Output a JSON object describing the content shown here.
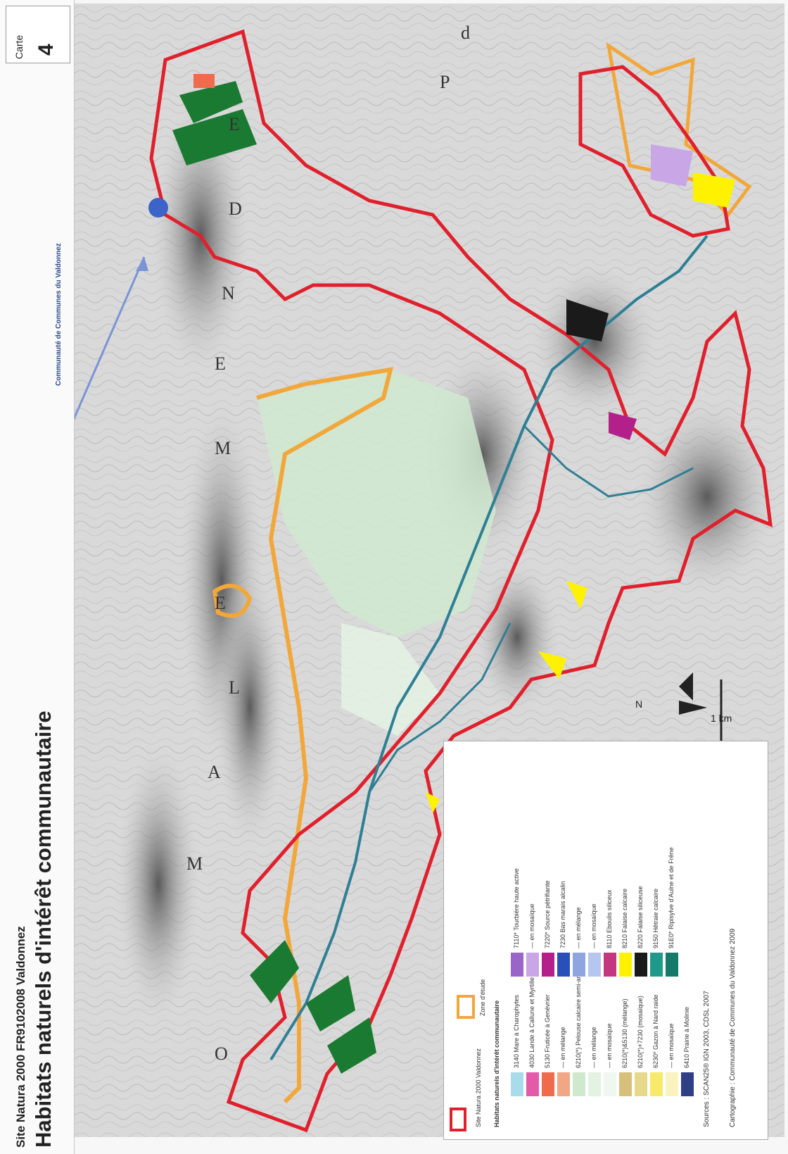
{
  "header": {
    "site": "Site Natura 2000 FR9102008 Valdonnez",
    "title": "Habitats naturels d'intérêt communautaire",
    "credit": "Communauté de Communes du Valdonnez",
    "carte_label": "Carte",
    "carte_number": "4"
  },
  "map": {
    "scale_label": "1 km",
    "north_label": "N",
    "place_letters": [
      "M",
      "A",
      "L",
      "E",
      "M",
      "E",
      "N",
      "D",
      "E",
      "d",
      "P",
      "O"
    ]
  },
  "legend": {
    "site_label": "Site Natura 2000 Valdonnez",
    "study_zone_label": "Zone d'étude",
    "habitats_heading": "Habitats naturels d'intérêt communautaire",
    "col1": [
      {
        "label": "3140 Mare à Charophytes",
        "color": "#a8dcea"
      },
      {
        "label": "4030 Lande à Callune et Myrtille",
        "color": "#e35aa9"
      },
      {
        "label": "5130 Fruticée à Genévrier",
        "color": "#ef6b4c"
      },
      {
        "label": "— en mélange",
        "color": "#f2a784"
      },
      {
        "label": "6210(*) Pelouse calcaire semi-aride",
        "color": "#cfe9cf"
      },
      {
        "label": "— en mélange",
        "color": "#e4f2e4"
      },
      {
        "label": "— en mosaïque",
        "color": "#f0f7f0"
      },
      {
        "label": "6210(*)&5130 (mélange)",
        "color": "#d9c07a"
      },
      {
        "label": "6210(*)+7230 (mosaïque)",
        "color": "#e6d98a"
      },
      {
        "label": "6230* Gazon à Nard raide",
        "color": "#f7ea6a"
      },
      {
        "label": "— en mosaïque",
        "color": "#faf3c0"
      },
      {
        "label": "6410 Prairie à Molinie",
        "color": "#2e3f86"
      }
    ],
    "col2": [
      {
        "label": "7110* Tourbière haute active",
        "color": "#9a64c8"
      },
      {
        "label": "— en mosaïque",
        "color": "#c9a6e6"
      },
      {
        "label": "7220* Source pétrifiante",
        "color": "#b3208a"
      },
      {
        "label": "7230 Bas marais alcalin",
        "color": "#2a4fb8"
      },
      {
        "label": "— en mélange",
        "color": "#8ea6e0"
      },
      {
        "label": "— en mosaïque",
        "color": "#b7c6ef"
      },
      {
        "label": "8110 Eboulis siliceux",
        "color": "#c4367e"
      },
      {
        "label": "8210 Falaise calcaire",
        "color": "#fff200"
      },
      {
        "label": "8220 Falaise siliceuse",
        "color": "#1a1a1a"
      },
      {
        "label": "9150 Hêtraie calcaire",
        "color": "#1f9a8a"
      },
      {
        "label": "91E0* Ripisylve d'Aulne et de Frêne",
        "color": "#157a6a"
      }
    ],
    "sources": "Sources : SCAN25® IGN 2003, CDSL 2007",
    "cartography": "Cartographie : Communauté de Communes du Valdonnez 2009"
  },
  "colors": {
    "site_boundary": "#e0202c",
    "study_zone": "#f2a73b",
    "river": "#2f7f95",
    "pelouse": "#cfe9cf",
    "hetraie": "#1b7a32",
    "arrow": "#7a94d6"
  }
}
